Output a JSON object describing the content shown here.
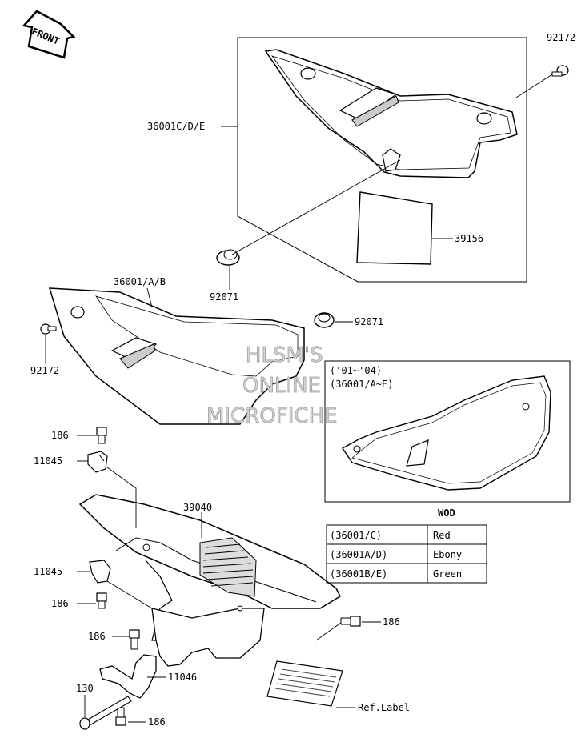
{
  "front_badge": "FRONT",
  "watermark": {
    "line1": "HLSM'S",
    "line2": "ONLINE",
    "line3": "MICROFICHE"
  },
  "parts": {
    "p92172_top": "92172",
    "p36001cde": "36001C/D/E",
    "p39156": "39156",
    "p92071_a": "92071",
    "p36001ab": "36001/A/B",
    "p92071_b": "92071",
    "p92172_left": "92172",
    "p186_a": "186",
    "p11045_a": "11045",
    "p39040": "39040",
    "p11045_b": "11045",
    "p186_b": "186",
    "p186_c": "186",
    "p186_right": "186",
    "p11046": "11046",
    "p130": "130",
    "p186_d": "186",
    "ref_label": "Ref.Label"
  },
  "inset": {
    "years": "('01~'04)",
    "parts": "(36001/A~E)"
  },
  "color_table": {
    "header": "WOD",
    "rows": [
      {
        "part": "(36001/C)",
        "color": "Red"
      },
      {
        "part": "(36001A/D)",
        "color": "Ebony"
      },
      {
        "part": "(36001B/E)",
        "color": "Green"
      }
    ]
  }
}
